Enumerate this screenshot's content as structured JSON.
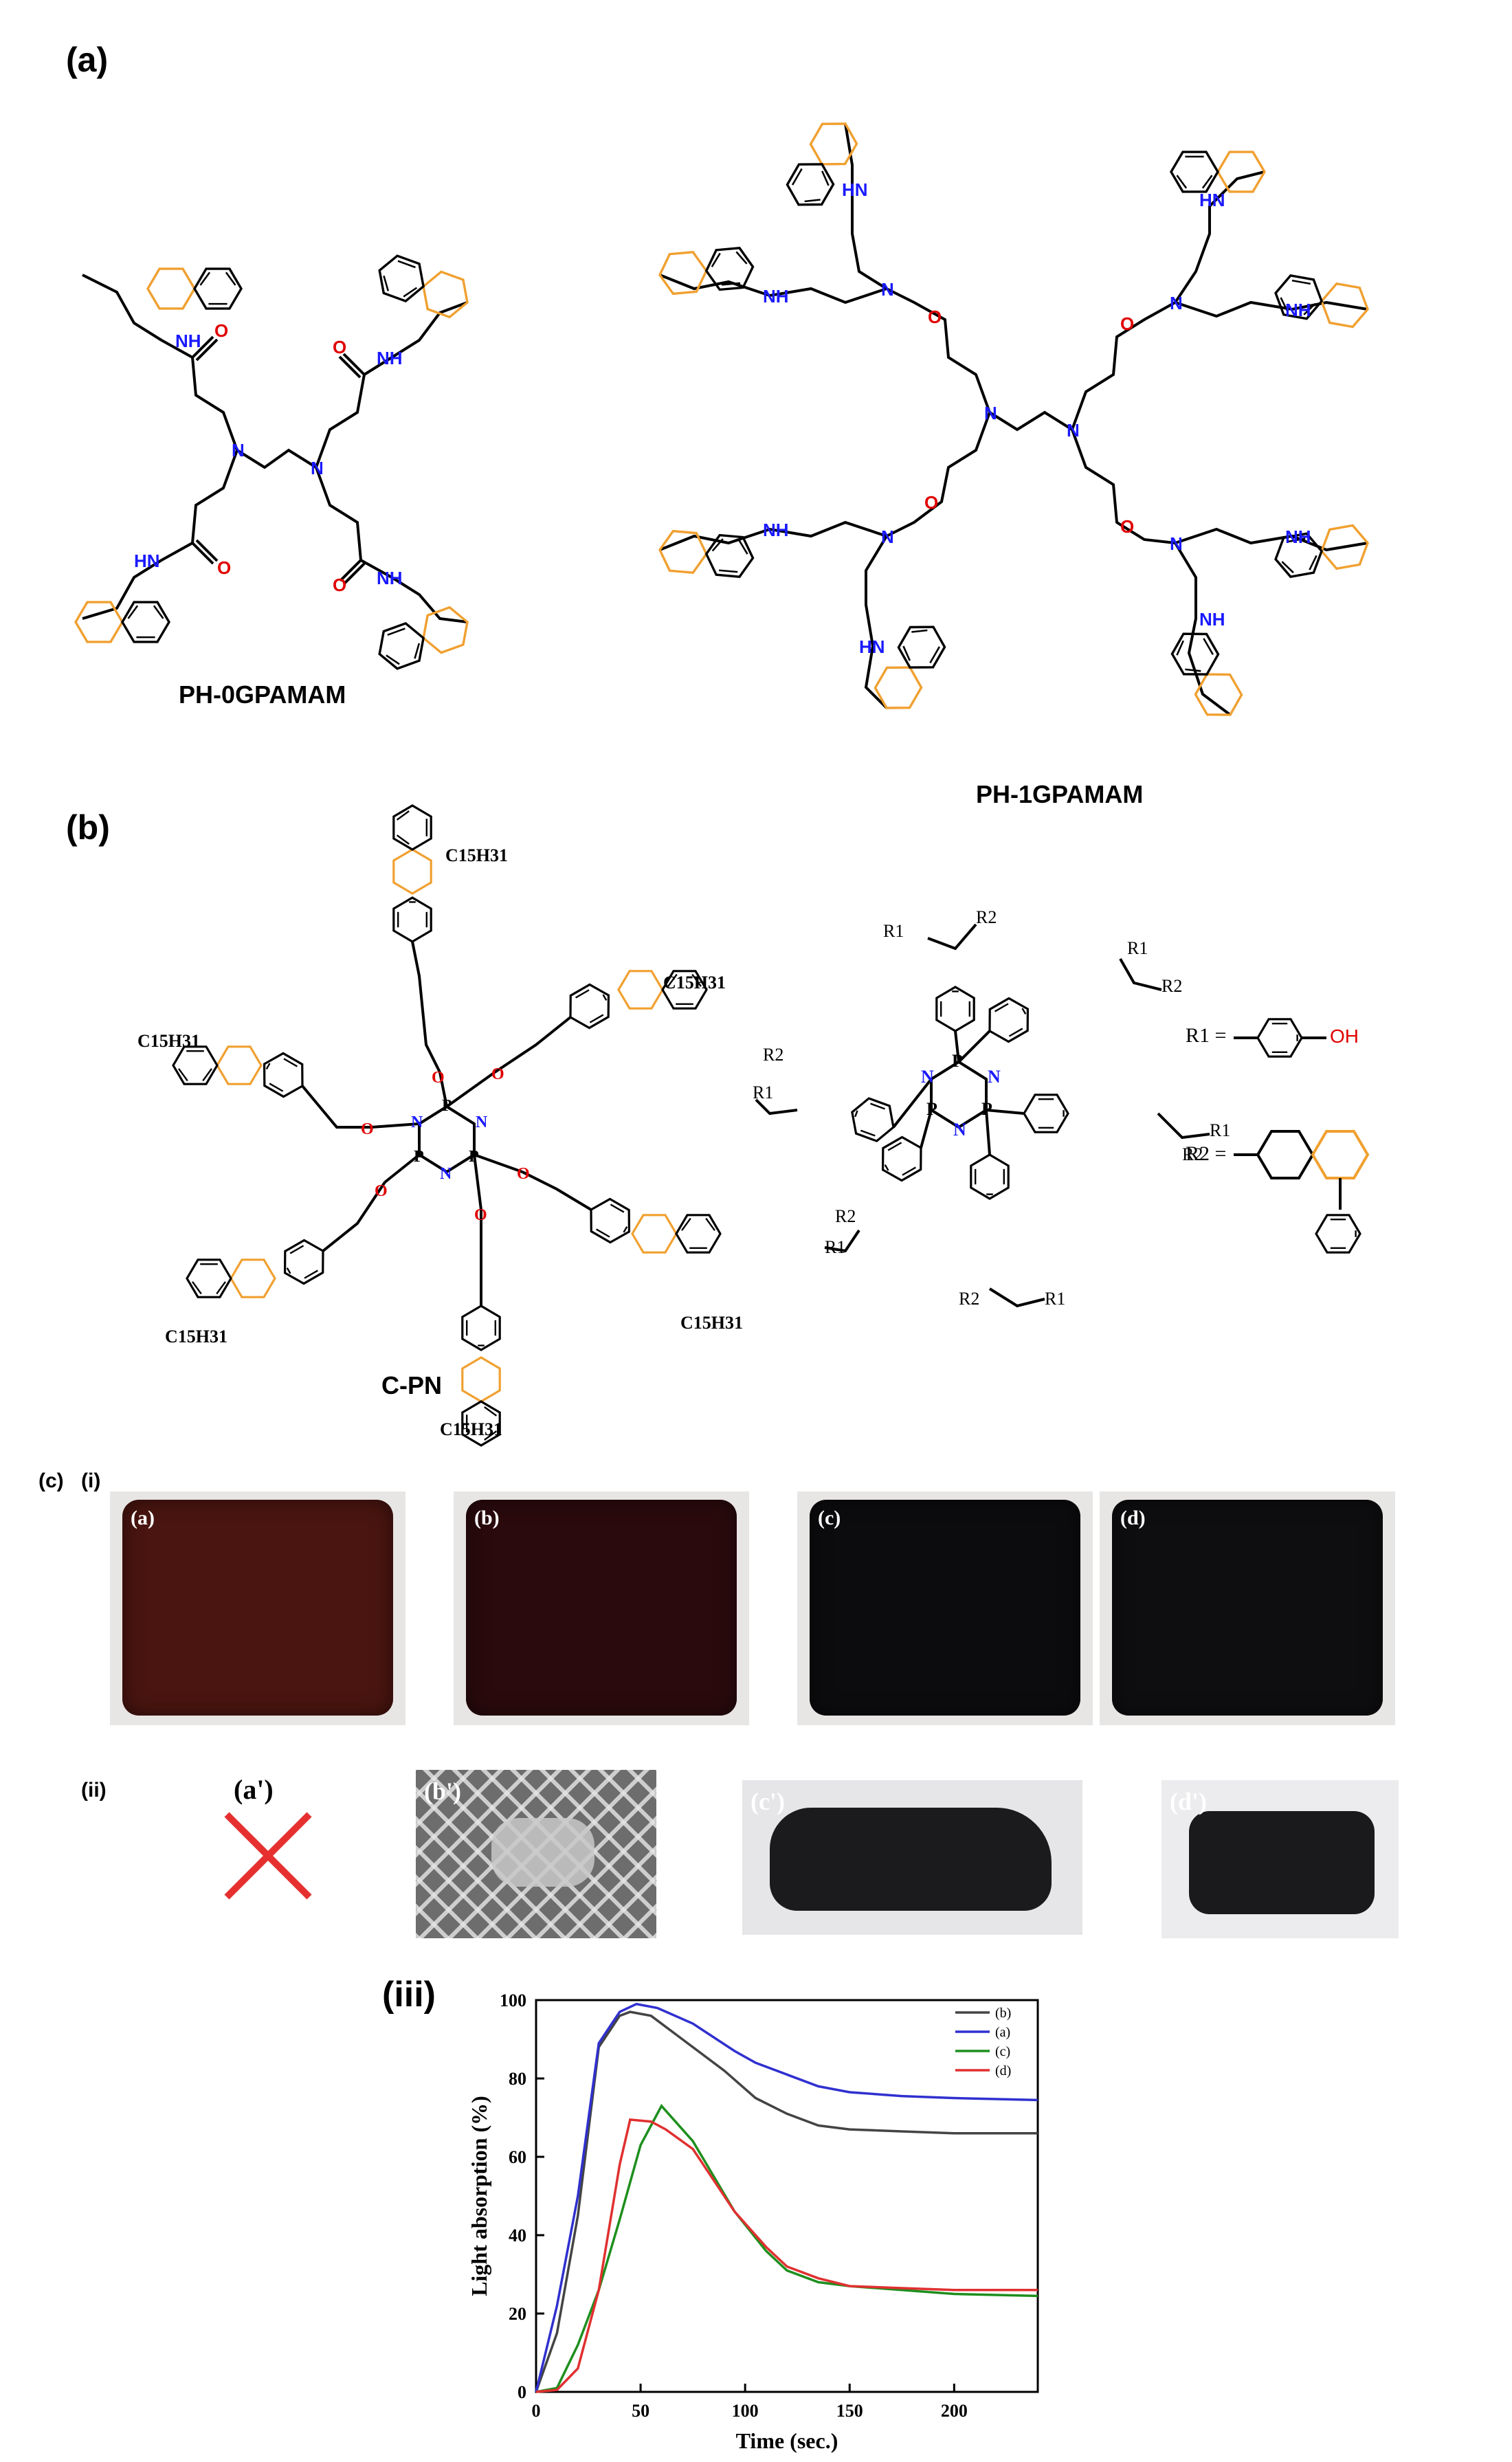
{
  "panels": {
    "a": "(a)",
    "b": "(b)",
    "c": "(c)",
    "c_i": "(i)",
    "c_ii": "(ii)",
    "c_iii": "(iii)"
  },
  "molecules": {
    "ph0": "PH-0GPAMAM",
    "ph1": "PH-1GPAMAM",
    "cpn": "C-PN",
    "c15": "C15H31",
    "r1": "R1",
    "r2": "R2",
    "r1_def": "R1 =",
    "r2_def": "R2 =",
    "oh": "OH"
  },
  "atoms": {
    "N": "N",
    "O": "O",
    "H": "H",
    "P": "P"
  },
  "colors": {
    "ring": "#f0a030",
    "nitrogen": "#1a1aff",
    "oxygen": "#e00000",
    "bond": "#000000"
  },
  "photos_i": [
    {
      "label": "(a)",
      "color": "#4a1510"
    },
    {
      "label": "(b)",
      "color": "#2a0a0c"
    },
    {
      "label": "(c)",
      "color": "#0c0c0e"
    },
    {
      "label": "(d)",
      "color": "#0e0e10"
    }
  ],
  "photos_ii": [
    {
      "label": "(a')"
    },
    {
      "label": "(b')"
    },
    {
      "label": "(c')"
    },
    {
      "label": "(d')"
    }
  ],
  "chart_data": {
    "type": "line",
    "xlabel": "Time (sec.)",
    "ylabel": "Light absorption (%)",
    "xlim": [
      0,
      240
    ],
    "ylim": [
      0,
      100
    ],
    "xticks": [
      0,
      50,
      100,
      150,
      200
    ],
    "yticks": [
      0,
      20,
      40,
      60,
      80,
      100
    ],
    "grid": false,
    "legend_position": "top-right",
    "series": [
      {
        "name": "(b)",
        "color": "#444444",
        "x": [
          0,
          10,
          20,
          30,
          40,
          45,
          55,
          70,
          90,
          105,
          120,
          135,
          150,
          175,
          200,
          240
        ],
        "y": [
          0,
          15,
          45,
          88,
          96,
          97,
          96,
          90,
          82,
          75,
          71,
          68,
          67,
          66.5,
          66,
          66
        ]
      },
      {
        "name": "(a)",
        "color": "#3030d0",
        "x": [
          0,
          10,
          20,
          30,
          40,
          48,
          58,
          75,
          95,
          105,
          120,
          135,
          150,
          175,
          200,
          240
        ],
        "y": [
          0,
          22,
          50,
          89,
          97,
          99,
          98,
          94,
          87,
          84,
          81,
          78,
          76.5,
          75.5,
          75,
          74.5
        ]
      },
      {
        "name": "(c)",
        "color": "#1e8f1e",
        "x": [
          0,
          10,
          20,
          30,
          40,
          50,
          60,
          75,
          95,
          110,
          120,
          135,
          150,
          175,
          200,
          240
        ],
        "y": [
          0,
          1,
          12,
          26,
          44,
          63,
          73,
          64,
          46,
          36,
          31,
          28,
          27,
          26,
          25,
          24.5
        ]
      },
      {
        "name": "(d)",
        "color": "#e03030",
        "x": [
          0,
          10,
          20,
          30,
          40,
          45,
          55,
          62,
          75,
          95,
          110,
          120,
          135,
          150,
          175,
          200,
          240
        ],
        "y": [
          0,
          0.5,
          6,
          26,
          58,
          69.5,
          69,
          67,
          62,
          46,
          37,
          32,
          29,
          27,
          26.5,
          26,
          26
        ]
      }
    ]
  }
}
